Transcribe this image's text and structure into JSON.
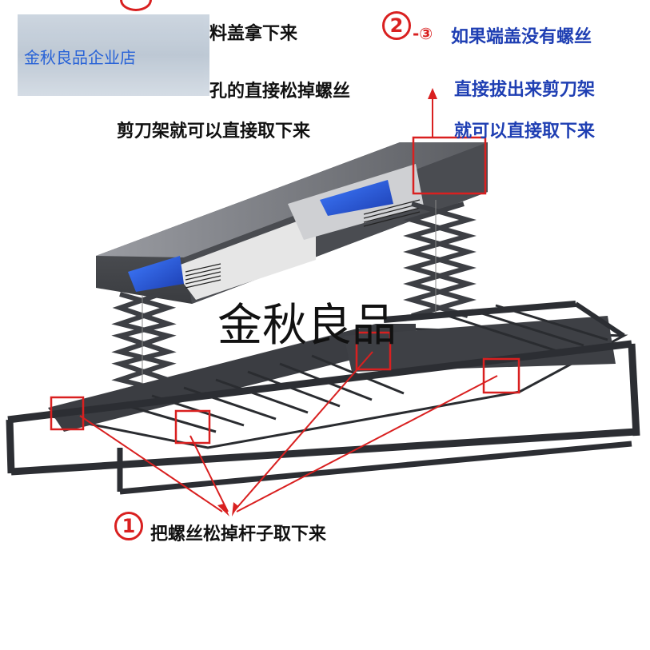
{
  "store": {
    "name": "金秋良品企业店"
  },
  "watermark": "金秋良品",
  "instructions": {
    "top_left": {
      "line1": "料盖拿下来",
      "line2": "孔的直接松掉螺丝",
      "line3": "剪刀架就可以直接取下来"
    },
    "top_right": {
      "step_number": "2",
      "dash_step": "-③",
      "line1": "如果端盖没有螺丝",
      "line2": "直接拔出来剪刀架",
      "line3": "就可以直接取下来"
    },
    "bottom": {
      "step_number": "1",
      "text": "把螺丝松掉杆子取下来"
    }
  },
  "colors": {
    "instruction_black": "#111111",
    "instruction_blue": "#1f3fb3",
    "highlight_red": "#d92020"
  }
}
